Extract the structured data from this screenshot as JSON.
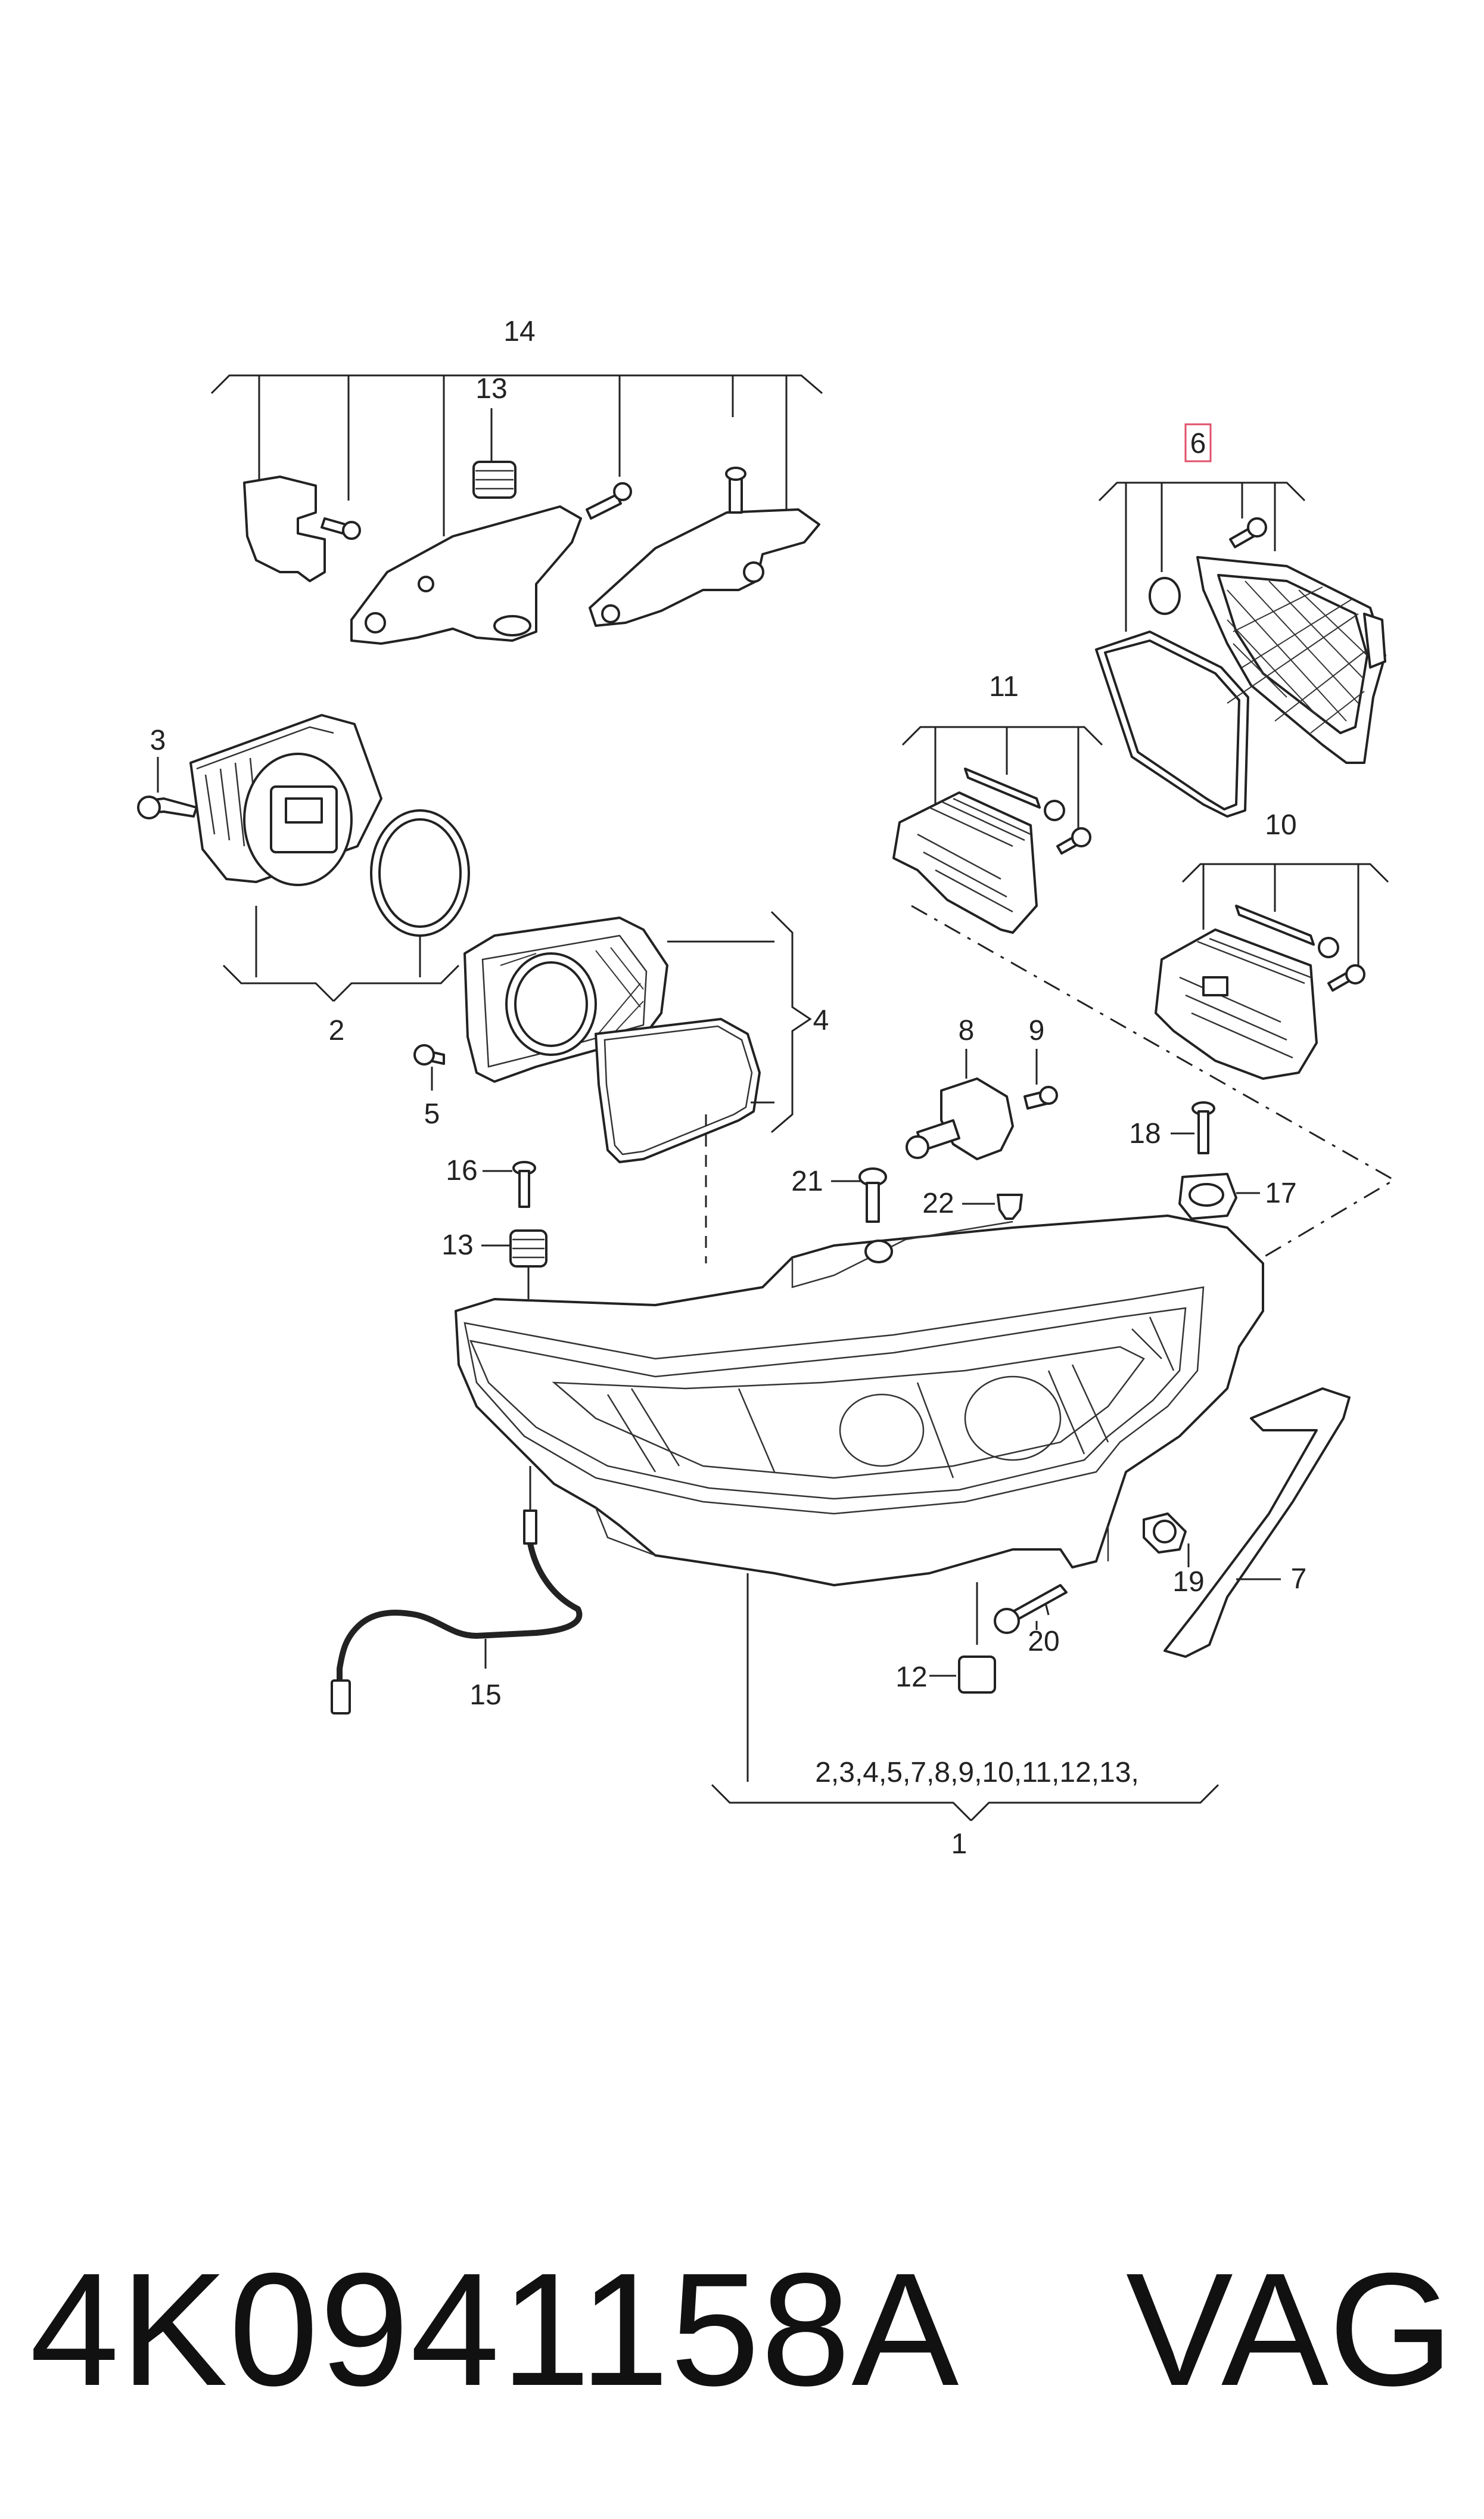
{
  "callouts": {
    "c1": "1",
    "c2": "2",
    "c3": "3",
    "c4": "4",
    "c5": "5",
    "c6": "6",
    "c7": "7",
    "c8": "8",
    "c9": "9",
    "c10": "10",
    "c11": "11",
    "c12": "12",
    "c13a": "13",
    "c13b": "13",
    "c14": "14",
    "c15": "15",
    "c16": "16",
    "c17": "17",
    "c18": "18",
    "c19": "19",
    "c20": "20",
    "c21": "21",
    "c22": "22",
    "assembly_list": "2,3,4,5,7,8,9,10,11,12,13,"
  },
  "highlight_color": "#e0506a",
  "footer": {
    "part_number": "4K0941158A",
    "brand": "VAG"
  }
}
